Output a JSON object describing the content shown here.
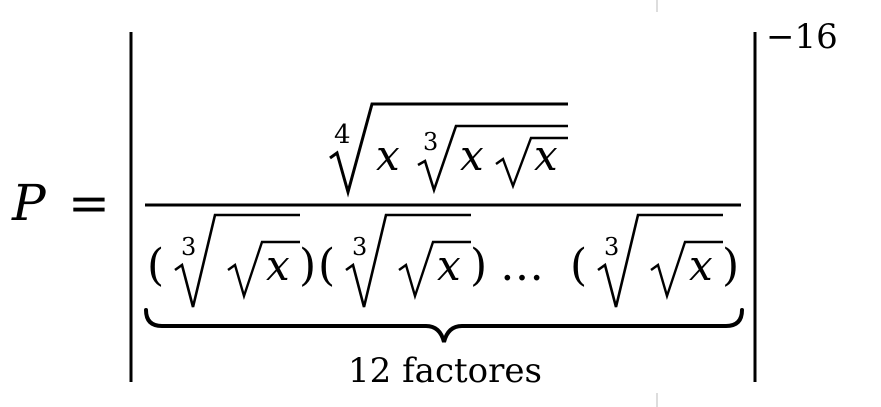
{
  "expression": {
    "lhs_var": "P",
    "equals": "=",
    "exponent": "−16",
    "numerator": {
      "outer_root_index": "4",
      "outer_var": "x",
      "inner_root_index": "3",
      "inner_var": "x",
      "sqrt_var": "x"
    },
    "denominator": {
      "factors": [
        {
          "open": "(",
          "root_index": "3",
          "var": "x",
          "close": ")"
        },
        {
          "open": "(",
          "root_index": "3",
          "var": "x",
          "close": ")"
        },
        {
          "open": "(",
          "root_index": "3",
          "var": "x",
          "close": ")"
        }
      ],
      "ellipsis": "…"
    },
    "underbrace_label": "12 factores"
  }
}
